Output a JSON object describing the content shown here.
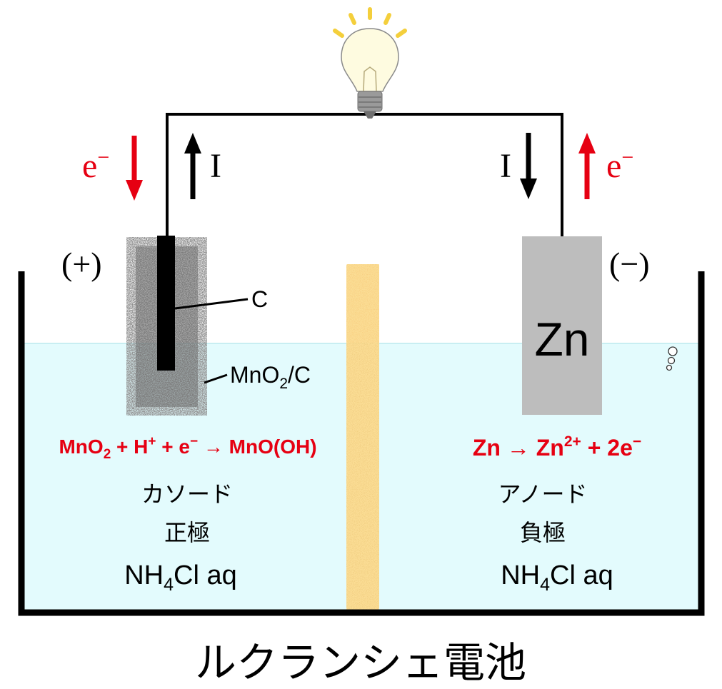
{
  "title": "ルクランシェ電池",
  "colors": {
    "electrolyte": "#e3fbfd",
    "electrolyte_edge": "#c8eef2",
    "container": "#000000",
    "wire": "#000000",
    "electron_arrow": "#e60012",
    "current_arrow": "#000000",
    "reaction_text": "#e60012",
    "separator": "#f5bf57",
    "zinc": "#bdbdbd",
    "carbon_rod": "#000000",
    "mno2_mix": "#6e6e6e",
    "bulb_glass": "#fefbe0",
    "bulb_rays": "#f4cf3c"
  },
  "bulb": {
    "icon": "light-bulb-icon"
  },
  "left_electrode": {
    "polarity": "(+)",
    "rod_label": "C",
    "mix_label_main": "MnO",
    "mix_label_sub": "2",
    "mix_label_tail": "/C",
    "electron_label": "e",
    "electron_sup": "−",
    "current_label": "I",
    "reaction": {
      "p1": "MnO",
      "p1_sub": "2",
      "p2": " + H",
      "p2_sup": "+",
      "p3": " + e",
      "p3_sup": "−",
      "p4": " → MnO(OH)"
    },
    "role": "カソード",
    "pole": "正極",
    "electrolyte_main": "NH",
    "electrolyte_sub": "4",
    "electrolyte_tail": "Cl aq"
  },
  "right_electrode": {
    "polarity": "(−)",
    "metal_label": "Zn",
    "electron_label": "e",
    "electron_sup": "−",
    "current_label": "I",
    "reaction": {
      "p1": "Zn → Zn",
      "p1_sup": "2+",
      "p2": " + 2e",
      "p2_sup": "−"
    },
    "role": "アノード",
    "pole": "負極",
    "electrolyte_main": "NH",
    "electrolyte_sub": "4",
    "electrolyte_tail": "Cl aq"
  }
}
